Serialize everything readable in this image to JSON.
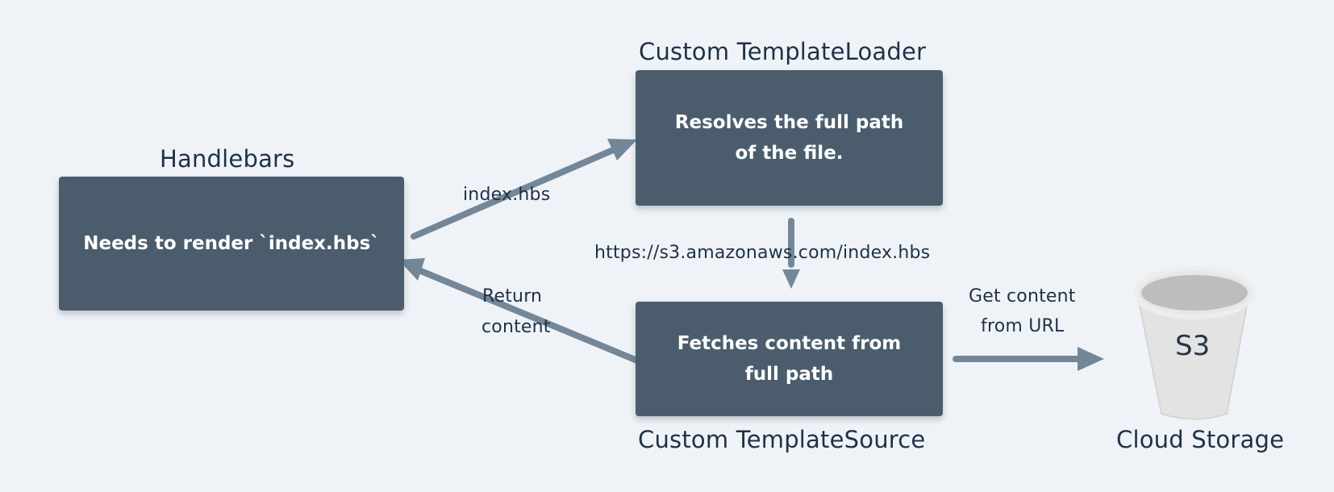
{
  "nodes": {
    "handlebars": {
      "title": "Handlebars",
      "text": "Needs to render `index.hbs`"
    },
    "template_loader": {
      "title": "Custom TemplateLoader",
      "text": "Resolves the full path of the file."
    },
    "template_source": {
      "title": "Custom TemplateSource",
      "text": "Fetches content from full path"
    },
    "cloud_storage": {
      "title": "Cloud Storage",
      "icon_label": "S3",
      "icon": "bucket-icon"
    }
  },
  "edges": {
    "handlebars_to_loader": "index.hbs",
    "loader_to_source": "https://s3.amazonaws.com/index.hbs",
    "source_to_handlebars_line1": "Return",
    "source_to_handlebars_line2": "content",
    "source_to_storage_line1": "Get content",
    "source_to_storage_line2": "from URL"
  },
  "colors": {
    "background": "#eff3f7",
    "box_fill": "#4b5d6d",
    "arrow": "#748799",
    "text": "#1f3146",
    "bucket": "#e6e6e6"
  }
}
